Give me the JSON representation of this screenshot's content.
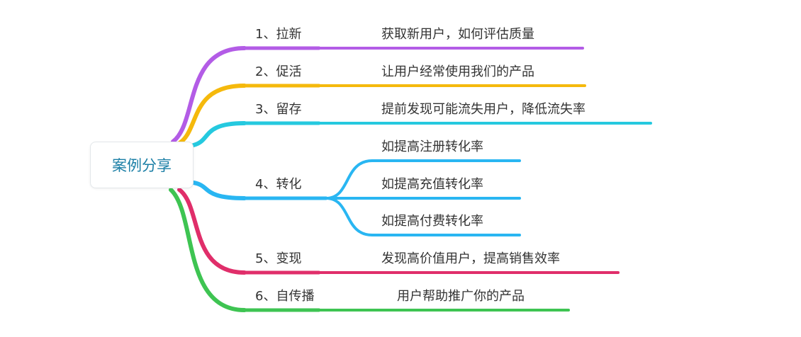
{
  "root": {
    "label": "案例分享",
    "color": "#1b7fa6"
  },
  "branches": [
    {
      "label": "1、拉新",
      "color": "#b35ce6",
      "children": [
        {
          "label": "获取新用户，如何评估质量"
        }
      ]
    },
    {
      "label": "2、促活",
      "color": "#f5b90c",
      "children": [
        {
          "label": "让用户经常使用我们的产品"
        }
      ]
    },
    {
      "label": "3、留存",
      "color": "#25c9df",
      "children": [
        {
          "label": "提前发现可能流失用户，降低流失率"
        }
      ]
    },
    {
      "label": "4、转化",
      "color": "#29b6f2",
      "children": [
        {
          "label": "如提高注册转化率"
        },
        {
          "label": "如提高充值转化率"
        },
        {
          "label": "如提高付费转化率"
        }
      ]
    },
    {
      "label": "5、变现",
      "color": "#e02e6a",
      "children": [
        {
          "label": "发现高价值用户，提高销售效率"
        }
      ]
    },
    {
      "label": "6、自传播",
      "color": "#3ec452",
      "children": [
        {
          "label": "用户帮助推广你的产品"
        }
      ]
    }
  ]
}
